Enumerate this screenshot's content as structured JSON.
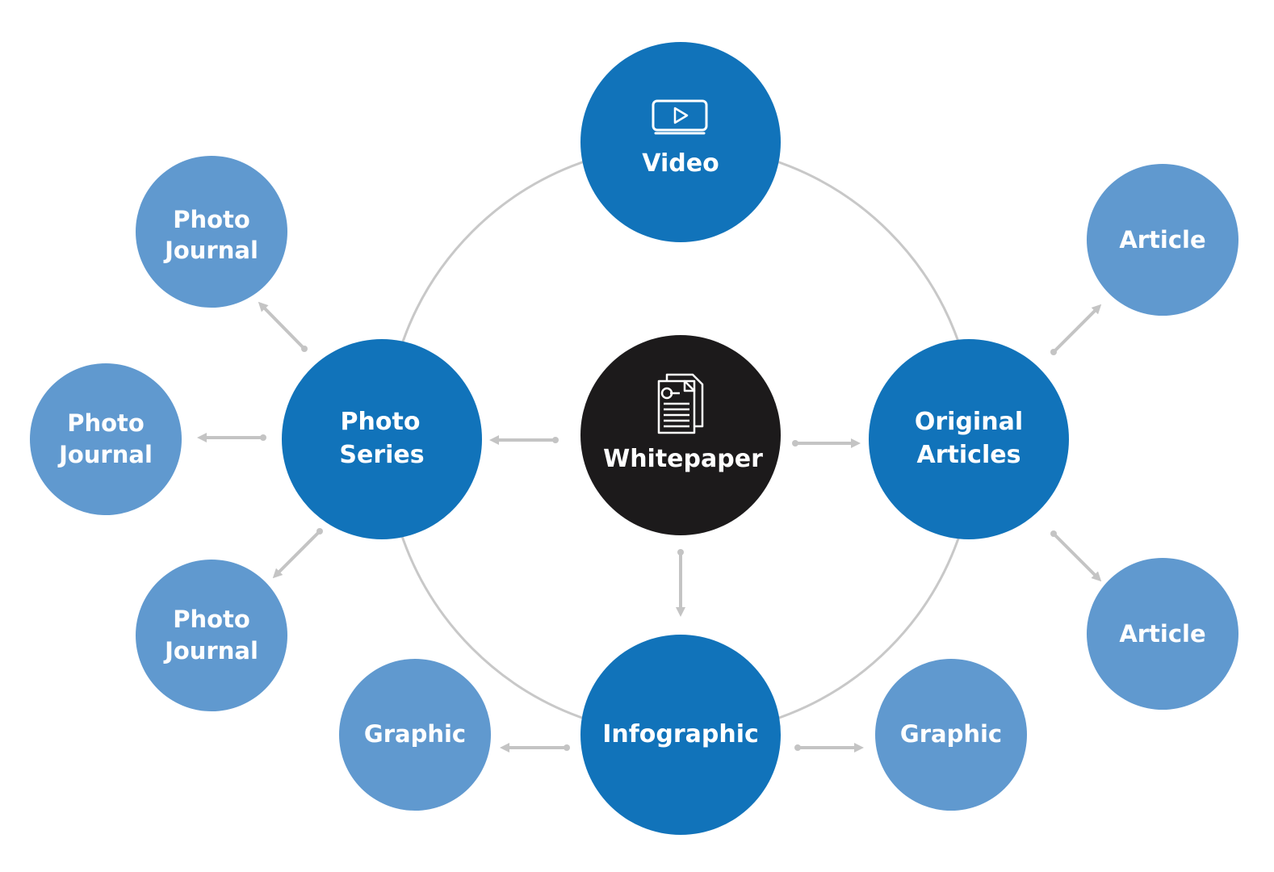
{
  "colors": {
    "primary": "#1173ba",
    "secondary": "#6099cf",
    "center": "#1c1a1b",
    "connector": "#c4c4c4"
  },
  "center": {
    "label": "Whitepaper",
    "icon": "document-icon"
  },
  "ring_nodes": {
    "video": {
      "label": "Video",
      "icon": "video-play-icon"
    },
    "photo_series": {
      "line1": "Photo",
      "line2": "Series"
    },
    "original_articles": {
      "line1": "Original",
      "line2": "Articles"
    },
    "infographic": {
      "label": "Infographic"
    }
  },
  "outer_nodes": {
    "photo_journal_1": {
      "line1": "Photo",
      "line2": "Journal"
    },
    "photo_journal_2": {
      "line1": "Photo",
      "line2": "Journal"
    },
    "photo_journal_3": {
      "line1": "Photo",
      "line2": "Journal"
    },
    "article_1": {
      "label": "Article"
    },
    "article_2": {
      "label": "Article"
    },
    "graphic_1": {
      "label": "Graphic"
    },
    "graphic_2": {
      "label": "Graphic"
    }
  }
}
